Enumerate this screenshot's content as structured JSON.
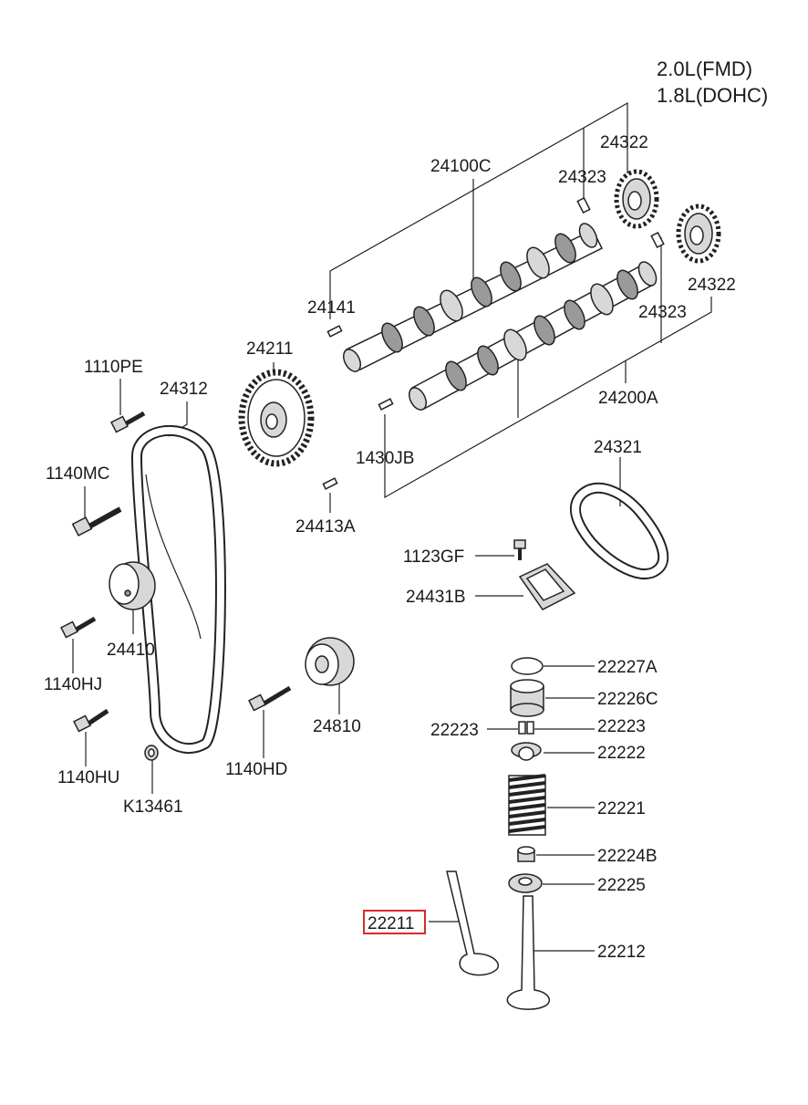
{
  "engine": [
    "2.0L(FMD)",
    "1.8L(DOHC)"
  ],
  "labels": {
    "p24100C": "24100C",
    "p24323a": "24323",
    "p24322a": "24322",
    "p24322b": "24322",
    "p24323b": "24323",
    "p24141": "24141",
    "p24200A": "24200A",
    "p24211": "24211",
    "p1110PE": "1110PE",
    "p24312": "24312",
    "p1430JB": "1430JB",
    "p24321": "24321",
    "p1140MC": "1140MC",
    "p24413A": "24413A",
    "p1123GF": "1123GF",
    "p24431B": "24431B",
    "p24410": "24410",
    "p1140HJ": "1140HJ",
    "p22227A": "22227A",
    "p22226C": "22226C",
    "p24810": "24810",
    "p22223a": "22223",
    "p22223b": "22223",
    "p22222": "22222",
    "p1140HU": "1140HU",
    "p1140HD": "1140HD",
    "p22221": "22221",
    "pK13461": "K13461",
    "p22224B": "22224B",
    "p22225": "22225",
    "p22211": "22211",
    "p22212": "22212"
  },
  "highlight": {
    "label": "22211",
    "color": "#d8282f"
  }
}
